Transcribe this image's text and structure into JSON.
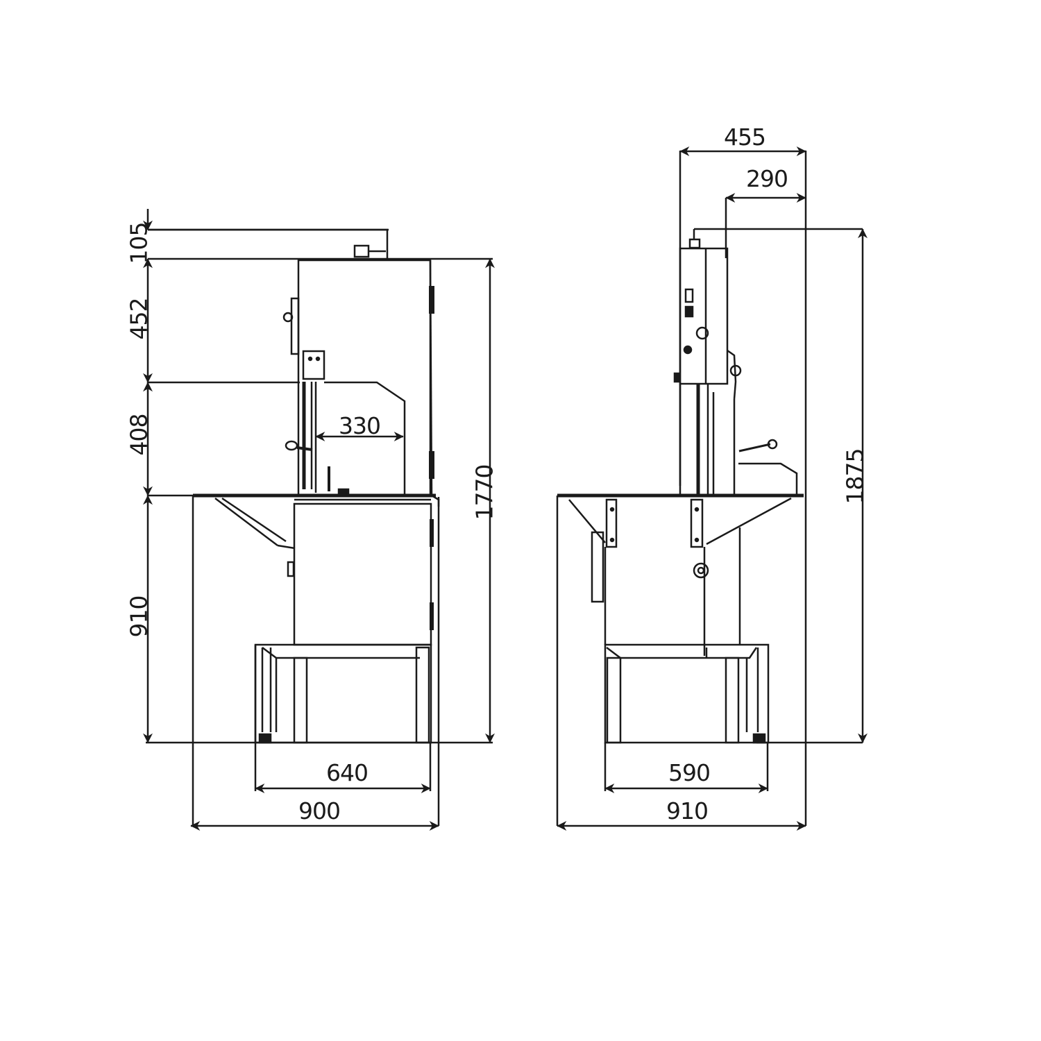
{
  "drawing": {
    "type": "technical dimension drawing",
    "subject": "band saw machine",
    "units": "mm",
    "line_color": "#1a1a1a",
    "background": "#ffffff"
  },
  "front_view": {
    "dimensions": {
      "top_clearance": "105",
      "upper_housing_height": "452",
      "cutting_height": "408",
      "table_height": "910",
      "total_height": "1770",
      "cutting_width": "330",
      "base_width": "640",
      "overall_width": "900"
    }
  },
  "side_view": {
    "dimensions": {
      "overall_depth_top": "455",
      "upper_depth": "290",
      "max_height": "1875",
      "base_depth": "590",
      "overall_depth": "910"
    }
  }
}
